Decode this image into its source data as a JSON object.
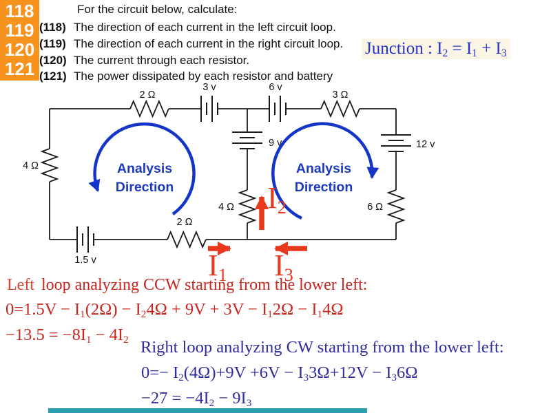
{
  "colors": {
    "badge_bg": "#F6921E",
    "circuit_blue": "#1535c8",
    "analysis_text_blue": "#1b3abe",
    "junction_blue": "#2531c9",
    "equation_red": "#C9251C",
    "heading_red_word": "#E0432B",
    "equation_indigo": "#2e2c9e",
    "arrow_red": "#E8391F",
    "footer_teal": "#2FA0B0"
  },
  "badge": {
    "numbers": [
      "118",
      "119",
      "120",
      "121"
    ]
  },
  "problem": {
    "intro": "For the circuit below, calculate:",
    "items": [
      {
        "num": "(118)",
        "text": "The direction of each current in the left circuit loop."
      },
      {
        "num": "(119)",
        "text": "The direction of each current in the right circuit loop."
      },
      {
        "num": "(120)",
        "text": "The current through each resistor."
      },
      {
        "num": "(121)",
        "text": "The power dissipated by each resistor and battery"
      }
    ]
  },
  "junction": {
    "tokens": [
      {
        "t": "Junction :  I"
      },
      {
        "s": "2"
      },
      {
        "t": " = I"
      },
      {
        "s": "1"
      },
      {
        "t": " + I"
      },
      {
        "s": "3"
      }
    ]
  },
  "circuit": {
    "components": {
      "r_top_left": "2 Ω",
      "batt_3v": "3 v",
      "batt_6v": "6 v",
      "r_top_right": "3 Ω",
      "r_left": "4 Ω",
      "batt_9v": "9 v",
      "batt_12v": "12 v",
      "r_middle": "4 Ω",
      "r_right": "6 Ω",
      "r_bottom": "2 Ω",
      "batt_1_5v": "1.5 v"
    },
    "analysis_line1": "Analysis",
    "analysis_line2": "Direction",
    "currents": {
      "i1": [
        {
          "t": "I"
        },
        {
          "s": "1"
        }
      ],
      "i2": [
        {
          "t": "I"
        },
        {
          "s": "2"
        }
      ],
      "i3": [
        {
          "t": "I"
        },
        {
          "s": "3"
        }
      ]
    }
  },
  "left_loop": {
    "heading_word": "Left",
    "heading_rest": "loop analyzing CCW starting from the lower left:",
    "eq1": [
      {
        "t": "0=1.5V − I"
      },
      {
        "s": "1"
      },
      {
        "t": "(2Ω) − I"
      },
      {
        "s": "2"
      },
      {
        "t": "4Ω + 9V + 3V − I"
      },
      {
        "s": "1"
      },
      {
        "t": "2Ω − I"
      },
      {
        "s": "1"
      },
      {
        "t": "4Ω"
      }
    ],
    "eq2": [
      {
        "t": "−13.5 = −8I"
      },
      {
        "s": "1"
      },
      {
        "t": " − 4I"
      },
      {
        "s": "2"
      }
    ]
  },
  "right_loop": {
    "heading": "Right loop analyzing CW starting from the lower left:",
    "eq1": [
      {
        "t": "0=− I"
      },
      {
        "s": "2"
      },
      {
        "t": "(4Ω)+9V +6V − I"
      },
      {
        "s": "3"
      },
      {
        "t": "3Ω+12V − I"
      },
      {
        "s": "3"
      },
      {
        "t": "6Ω"
      }
    ],
    "eq2": [
      {
        "t": "−27 = −4I"
      },
      {
        "s": "2"
      },
      {
        "t": " − 9I"
      },
      {
        "s": "3"
      }
    ]
  }
}
